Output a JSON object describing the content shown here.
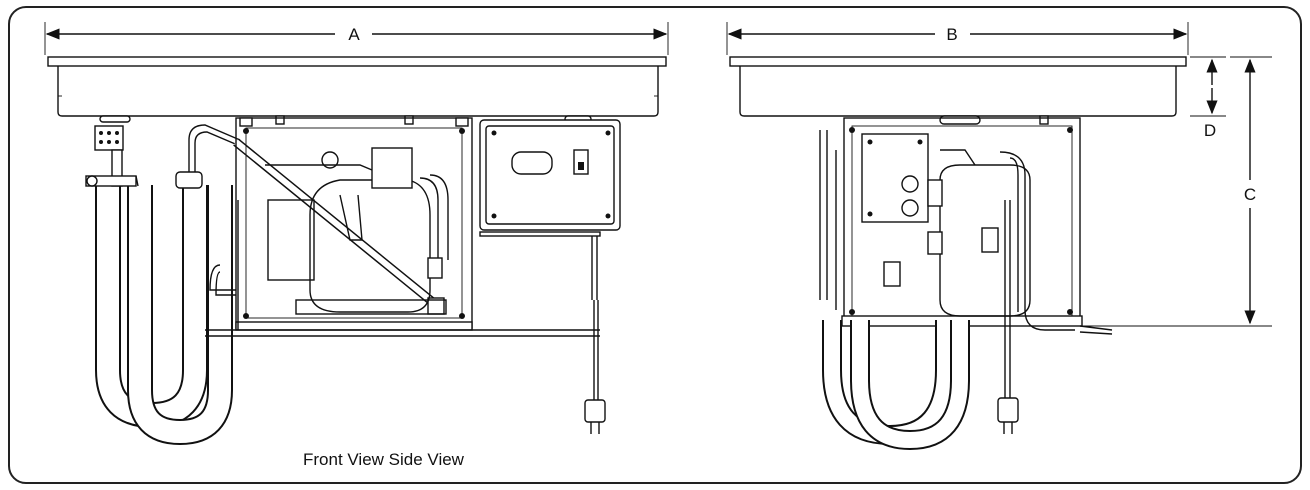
{
  "dimensions": {
    "a": "A",
    "b": "B",
    "c": "C",
    "d": "D"
  },
  "caption": "Front View Side View"
}
